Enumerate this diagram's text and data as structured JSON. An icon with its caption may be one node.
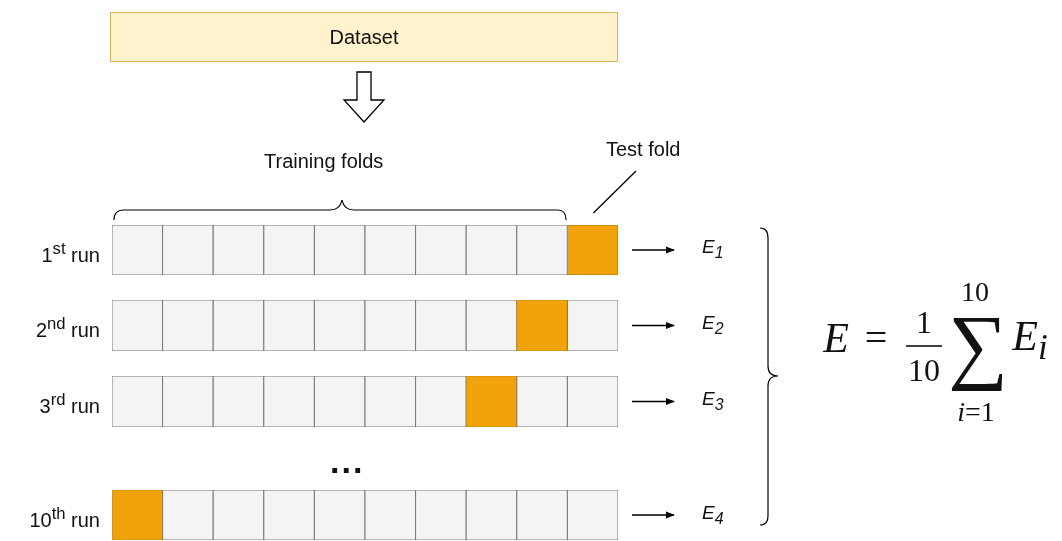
{
  "diagram": {
    "nodes": [
      {
        "text": [
          "Dataset"
        ]
      },
      {
        "text": [
          "Test fold"
        ]
      },
      {
        "text": [],
        "shape": "bar",
        "beside": [
          "1$^{st}$ run"
        ]
      },
      {
        "text": [],
        "shape": "box",
        "in": 2
      },
      {
        "text": [],
        "shape": "bar",
        "beside": [
          "2$^{nd}$ run"
        ]
      },
      {
        "text": [],
        "shape": "bar",
        "beside": [
          "3$^{rd}$ run"
        ]
      },
      {
        "text": [],
        "shape": "bar",
        "beside": [
          "10$^{th}$ run"
        ]
      },
      {
        "text": [
          "E$_{1}$"
        ]
      },
      {
        "text": [
          "E$_{2}$"
        ]
      },
      {
        "text": [
          "E$_{3}$"
        ]
      },
      {
        "text": [
          "E$_{4}$"
        ]
      }
    ],
    "edges": [
      {
        "from": 0,
        "to": null,
        "arrow": "to",
        "style": "thick"
      },
      {
        "from": 1,
        "to": 3,
        "arrow": "none"
      },
      {
        "from": 2,
        "to": 7,
        "arrow": "to"
      },
      {
        "from": 4,
        "to": 8,
        "arrow": "to"
      },
      {
        "from": 5,
        "to": 9,
        "arrow": "to"
      },
      {
        "from": 6,
        "to": 10,
        "arrow": "to"
      }
    ],
    "labels": [
      "Training folds",
      "...",
      "10",
      "E",
      "=",
      "1",
      "10",
      "∑",
      "E$_{i}$",
      "*i*=1"
    ]
  }
}
